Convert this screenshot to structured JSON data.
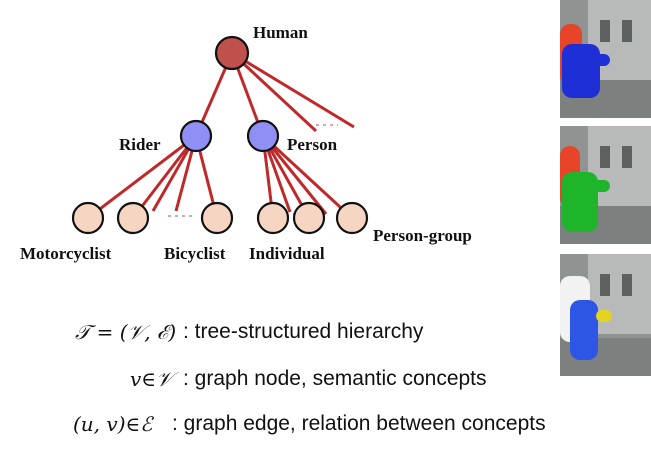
{
  "diagram": {
    "nodes": [
      {
        "id": "human",
        "label": "Human",
        "level": "root",
        "color": "#c0504d"
      },
      {
        "id": "rider",
        "label": "Rider",
        "level": "middle",
        "color": "#8f8ff5"
      },
      {
        "id": "person",
        "label": "Person",
        "level": "middle",
        "color": "#8f8ff5"
      },
      {
        "id": "motorcyclist",
        "label": "Motorcyclist",
        "level": "leaf",
        "color": "#f6d6c2"
      },
      {
        "id": "leaf-2",
        "label": "",
        "level": "leaf",
        "color": "#f6d6c2"
      },
      {
        "id": "bicyclist",
        "label": "Bicyclist",
        "level": "leaf",
        "color": "#f6d6c2"
      },
      {
        "id": "individual",
        "label": "Individual",
        "level": "leaf",
        "color": "#f6d6c2"
      },
      {
        "id": "leaf-5",
        "label": "",
        "level": "leaf",
        "color": "#f6d6c2"
      },
      {
        "id": "person-group",
        "label": "Person-group",
        "level": "leaf",
        "color": "#f6d6c2"
      }
    ],
    "edge_color": "#c0282a"
  },
  "definitions": [
    {
      "math": "𝒯 =  (𝒱, ℰ)",
      "text": ": tree-structured hierarchy"
    },
    {
      "math": "v∈𝒱",
      "text": ": graph node, semantic concepts"
    },
    {
      "math": "(u, v)∈ℰ",
      "text": ": graph edge, relation between concepts"
    }
  ],
  "thumbnails": [
    {
      "colors": [
        "#e8442a",
        "#1f2fd6"
      ]
    },
    {
      "colors": [
        "#e8442a",
        "#1fb52b"
      ]
    },
    {
      "colors": [
        "#f2f2f2",
        "#2d55e6",
        "#e3d21f"
      ]
    }
  ]
}
